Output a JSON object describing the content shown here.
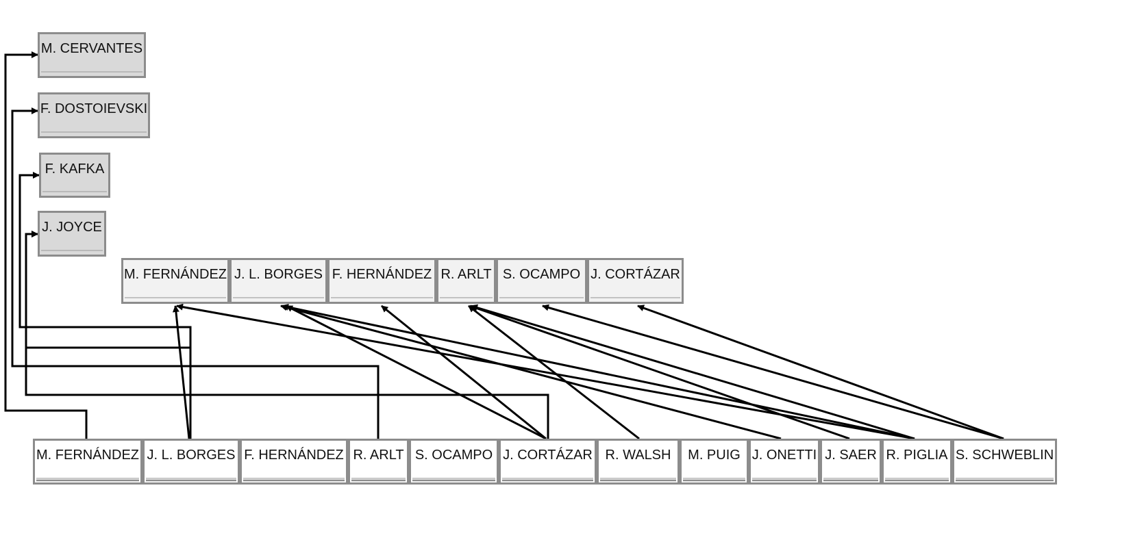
{
  "colors": {
    "line": "#000000",
    "box_border": "#8c8c8c",
    "top_fill": "#d9d9d9",
    "middle_fill": "#f2f2f2",
    "bottom_fill": "#ffffff",
    "text": "#111111"
  },
  "top_authors": [
    {
      "id": "t-cervantes",
      "label": "M. CERVANTES"
    },
    {
      "id": "t-dostoievski",
      "label": "F. DOSTOIEVSKI"
    },
    {
      "id": "t-kafka",
      "label": "F. KAFKA"
    },
    {
      "id": "t-joyce",
      "label": "J. JOYCE"
    }
  ],
  "middle_authors": [
    {
      "id": "m-fernandez",
      "label": "M. FERNÁNDEZ"
    },
    {
      "id": "m-borges",
      "label": "J. L. BORGES"
    },
    {
      "id": "m-hernandez",
      "label": "F. HERNÁNDEZ"
    },
    {
      "id": "m-arlt",
      "label": "R. ARLT"
    },
    {
      "id": "m-ocampo",
      "label": "S. OCAMPO"
    },
    {
      "id": "m-cortazar",
      "label": "J. CORTÁZAR"
    }
  ],
  "bottom_authors": [
    {
      "id": "b-fernandez",
      "label": "M. FERNÁNDEZ"
    },
    {
      "id": "b-borges",
      "label": "J. L. BORGES"
    },
    {
      "id": "b-hernandez",
      "label": "F. HERNÁNDEZ"
    },
    {
      "id": "b-arlt",
      "label": "R. ARLT"
    },
    {
      "id": "b-ocampo",
      "label": "S. OCAMPO"
    },
    {
      "id": "b-cortazar",
      "label": "J. CORTÁZAR"
    },
    {
      "id": "b-walsh",
      "label": "R. WALSH"
    },
    {
      "id": "b-puig",
      "label": "M. PUIG"
    },
    {
      "id": "b-onetti",
      "label": "J. ONETTI"
    },
    {
      "id": "b-saer",
      "label": "J. SAER"
    },
    {
      "id": "b-piglia",
      "label": "R. PIGLIA"
    },
    {
      "id": "b-schweblin",
      "label": "S. SCHWEBLIN"
    }
  ],
  "influences": [
    {
      "from": "b-fernandez",
      "to": "t-cervantes"
    },
    {
      "from": "b-borges",
      "to": "t-kafka"
    },
    {
      "from": "b-borges",
      "to": "t-joyce"
    },
    {
      "from": "b-arlt",
      "to": "t-dostoievski"
    },
    {
      "from": "b-cortazar",
      "to": "t-joyce"
    },
    {
      "from": "b-borges",
      "to": "m-fernandez"
    },
    {
      "from": "b-cortazar",
      "to": "m-borges"
    },
    {
      "from": "b-cortazar",
      "to": "m-hernandez"
    },
    {
      "from": "b-walsh",
      "to": "m-arlt"
    },
    {
      "from": "b-onetti",
      "to": "m-borges"
    },
    {
      "from": "b-saer",
      "to": "m-arlt"
    },
    {
      "from": "b-piglia",
      "to": "m-fernandez"
    },
    {
      "from": "b-piglia",
      "to": "m-borges"
    },
    {
      "from": "b-piglia",
      "to": "m-arlt"
    },
    {
      "from": "b-schweblin",
      "to": "m-ocampo"
    },
    {
      "from": "b-schweblin",
      "to": "m-cortazar"
    }
  ]
}
